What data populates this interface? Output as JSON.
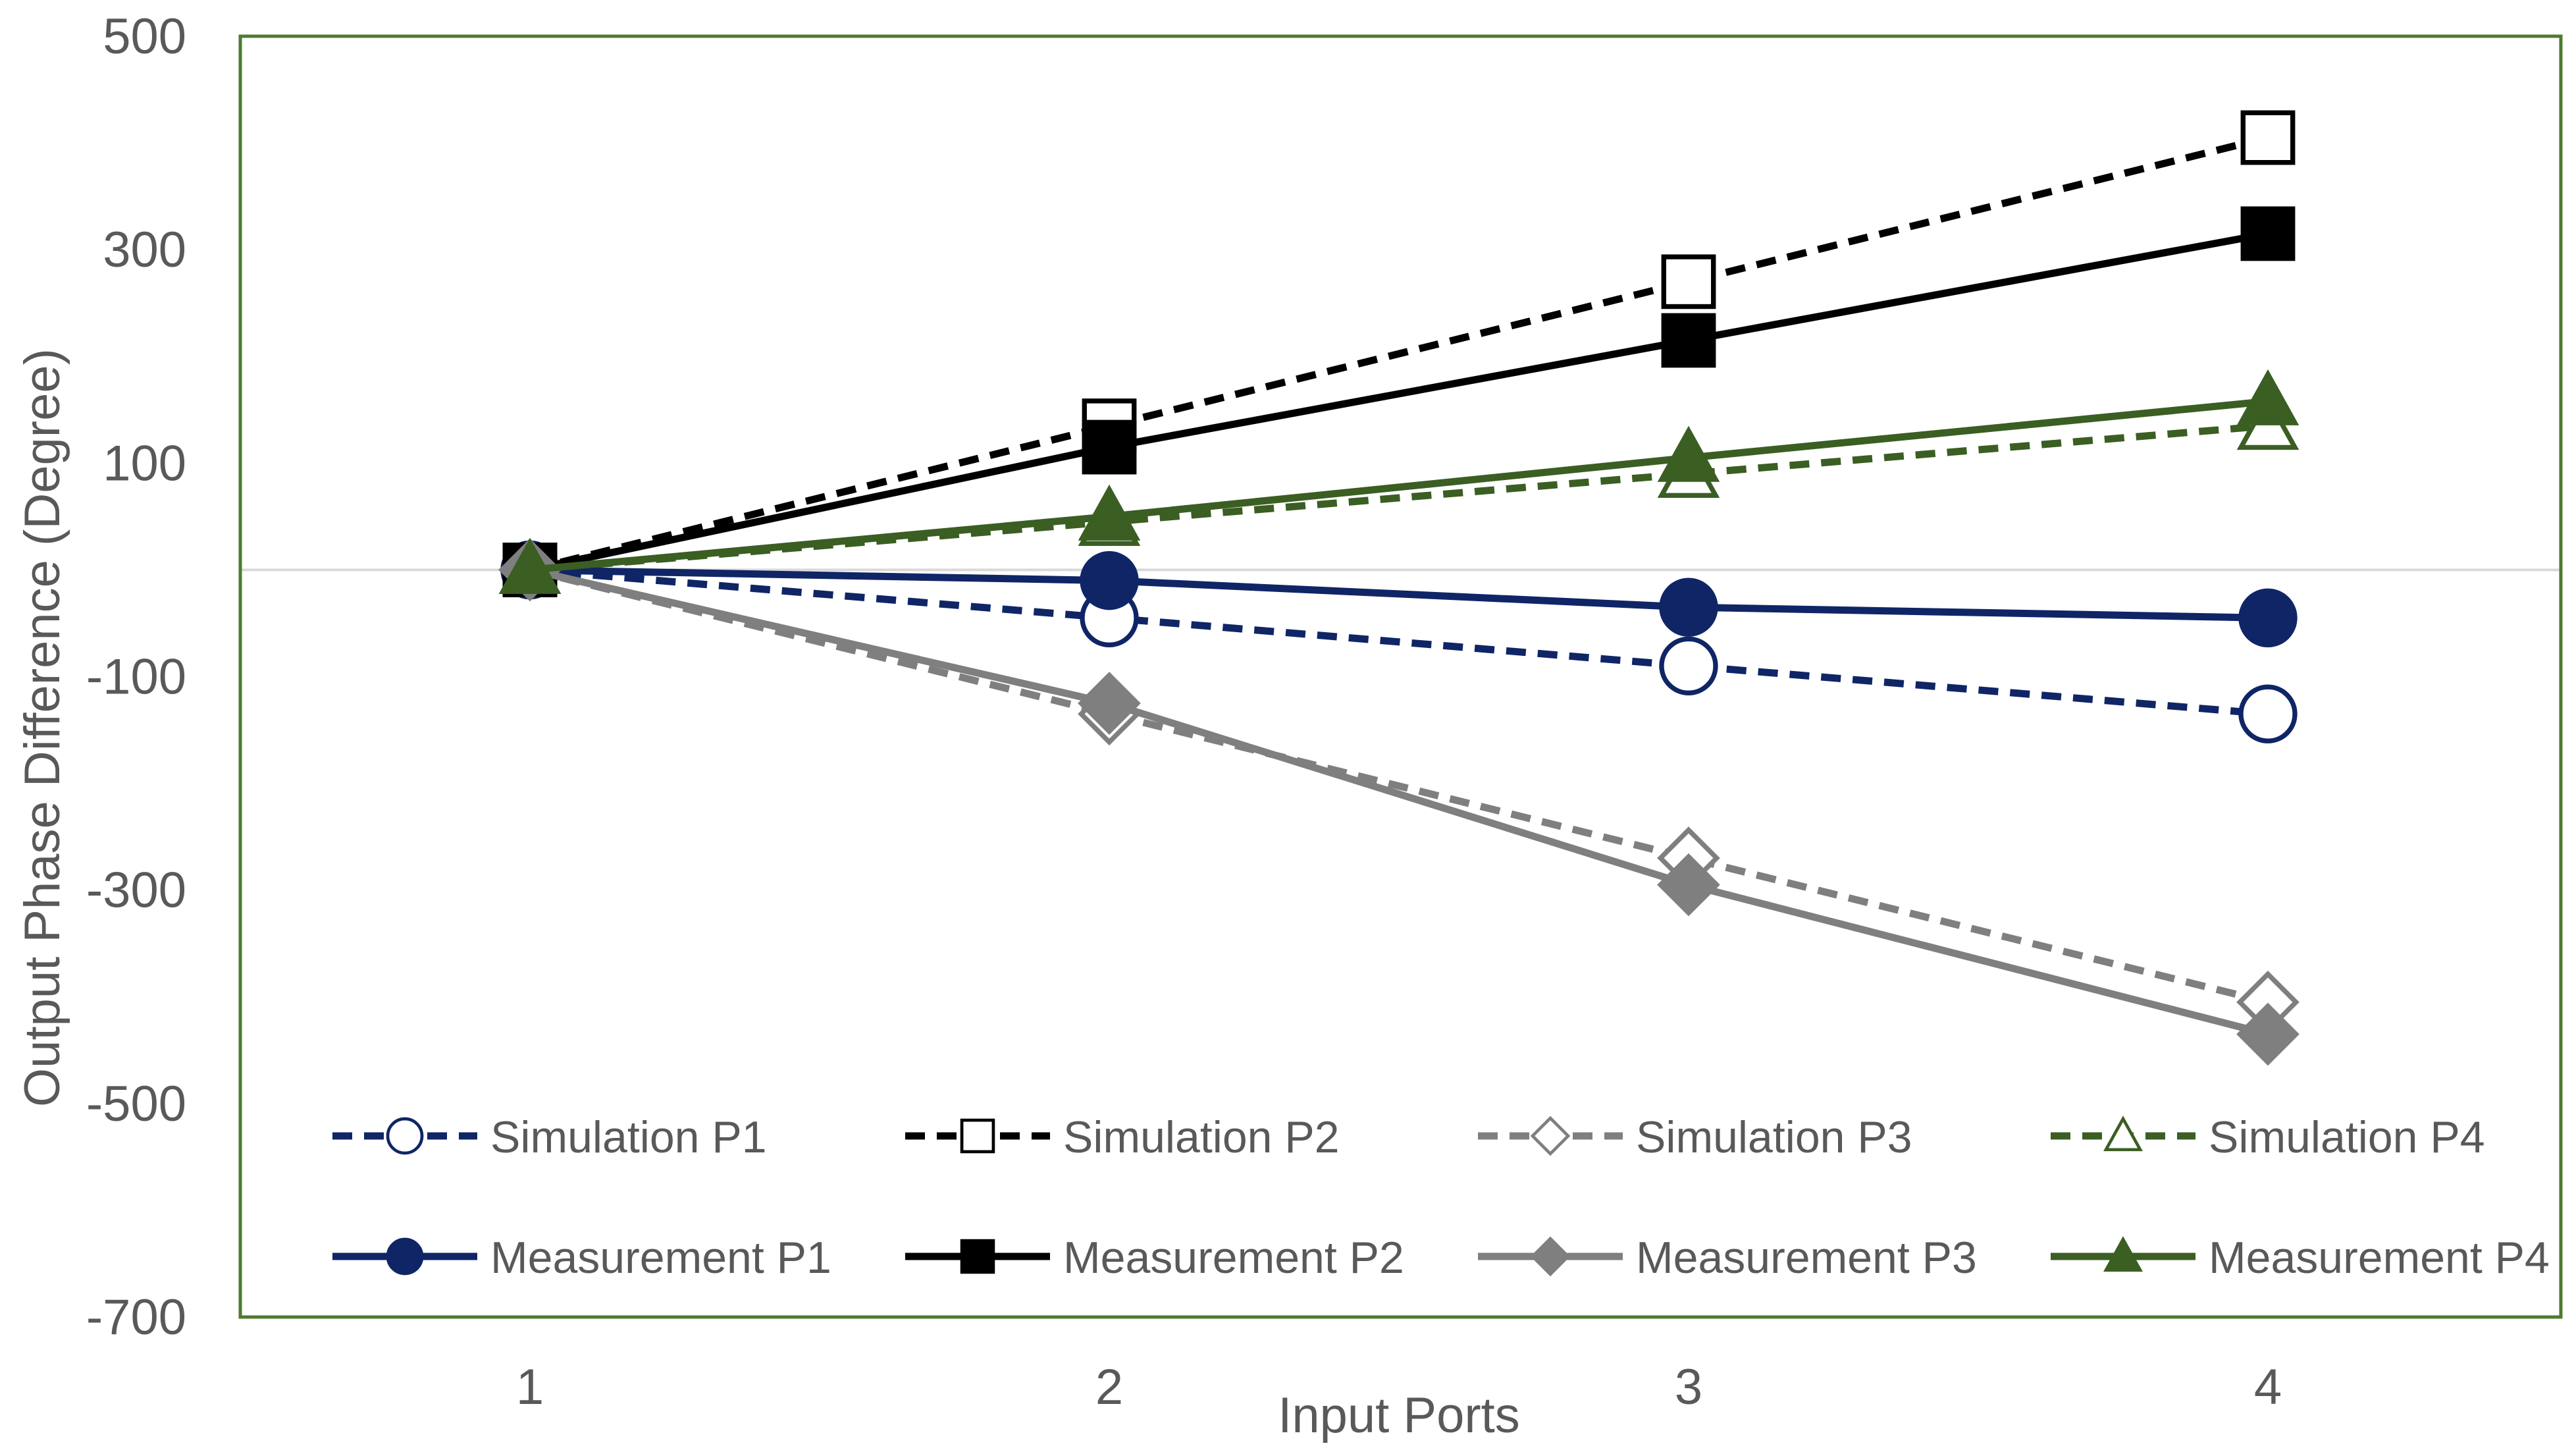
{
  "chart_data": {
    "type": "line",
    "title": "",
    "xlabel": "Input Ports",
    "ylabel": "Output Phase Difference (Degree)",
    "categories": [
      "1",
      "2",
      "3",
      "4"
    ],
    "ylim": [
      -700,
      500
    ],
    "yticks": [
      500,
      300,
      100,
      -100,
      -300,
      -500,
      -700
    ],
    "grid": false,
    "zero_line": true,
    "legend_position": "bottom-inside",
    "colors": {
      "plot_border": "#4e7a31",
      "axis_text": "#595959",
      "zero_line": "#d9d9d9",
      "navy": "#0f2566",
      "black": "#000000",
      "gray": "#7f7f7f",
      "green": "#3b5e23"
    },
    "series": [
      {
        "name": "Simulation P1",
        "values": [
          0,
          -45,
          -90,
          -135
        ],
        "color": "#0f2566",
        "dashed": true,
        "marker": "circle",
        "filled": false
      },
      {
        "name": "Simulation P2",
        "values": [
          0,
          135,
          270,
          405
        ],
        "color": "#000000",
        "dashed": true,
        "marker": "square",
        "filled": false
      },
      {
        "name": "Simulation P3",
        "values": [
          0,
          -135,
          -270,
          -405
        ],
        "color": "#7f7f7f",
        "dashed": true,
        "marker": "diamond",
        "filled": false
      },
      {
        "name": "Simulation P4",
        "values": [
          0,
          45,
          90,
          135
        ],
        "color": "#3b5e23",
        "dashed": true,
        "marker": "triangle",
        "filled": false
      },
      {
        "name": "Measurement P1",
        "values": [
          0,
          -10,
          -35,
          -45
        ],
        "color": "#0f2566",
        "dashed": false,
        "marker": "circle",
        "filled": true
      },
      {
        "name": "Measurement P2",
        "values": [
          0,
          115,
          215,
          315
        ],
        "color": "#000000",
        "dashed": false,
        "marker": "square",
        "filled": true
      },
      {
        "name": "Measurement P3",
        "values": [
          0,
          -125,
          -295,
          -435
        ],
        "color": "#7f7f7f",
        "dashed": false,
        "marker": "diamond",
        "filled": true
      },
      {
        "name": "Measurement P4",
        "values": [
          0,
          50,
          105,
          158
        ],
        "color": "#3b5e23",
        "dashed": false,
        "marker": "triangle",
        "filled": true
      }
    ]
  }
}
